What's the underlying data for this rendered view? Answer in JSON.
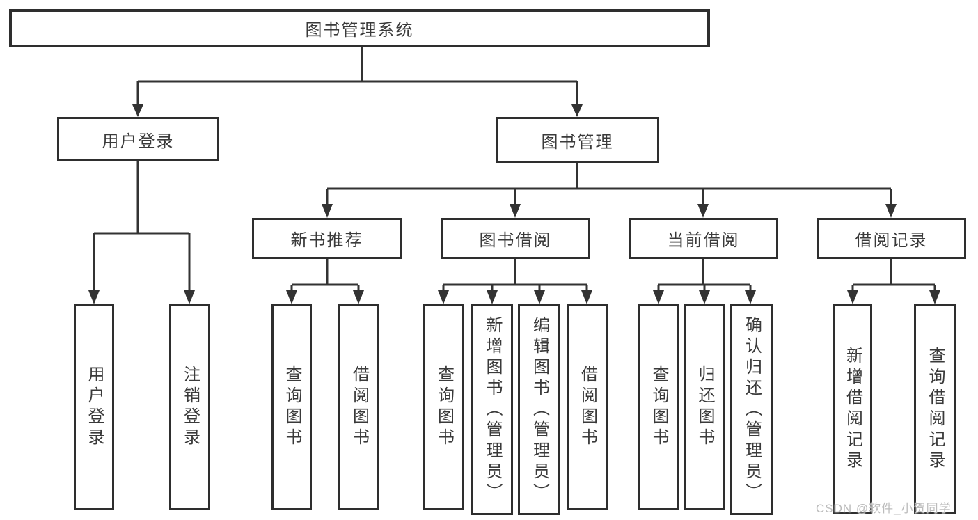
{
  "diagram_title": "图书管理系统",
  "tree": {
    "label": "图书管理系统",
    "children": [
      {
        "label": "用户登录",
        "children": [
          {
            "label": "用户登录"
          },
          {
            "label": "注销登录"
          }
        ]
      },
      {
        "label": "图书管理",
        "children": [
          {
            "label": "新书推荐",
            "children": [
              {
                "label": "查询图书"
              },
              {
                "label": "借阅图书"
              }
            ]
          },
          {
            "label": "图书借阅",
            "children": [
              {
                "label": "查询图书"
              },
              {
                "label": "新增图书（管理员）"
              },
              {
                "label": "编辑图书（管理员）"
              },
              {
                "label": "借阅图书"
              }
            ]
          },
          {
            "label": "当前借阅",
            "children": [
              {
                "label": "查询图书"
              },
              {
                "label": "归还图书"
              },
              {
                "label": "确认归还（管理员）"
              }
            ]
          },
          {
            "label": "借阅记录",
            "children": [
              {
                "label": "新增借阅记录"
              },
              {
                "label": "查询借阅记录"
              }
            ]
          }
        ]
      }
    ]
  },
  "watermark": {
    "text": "CSDN @软件_小贺同学"
  },
  "colors": {
    "line": "#333333",
    "box_border": "#2e2e2e",
    "box_fill": "#ffffff",
    "text": "#3a3a3a",
    "watermark": "#bcbcbc"
  }
}
